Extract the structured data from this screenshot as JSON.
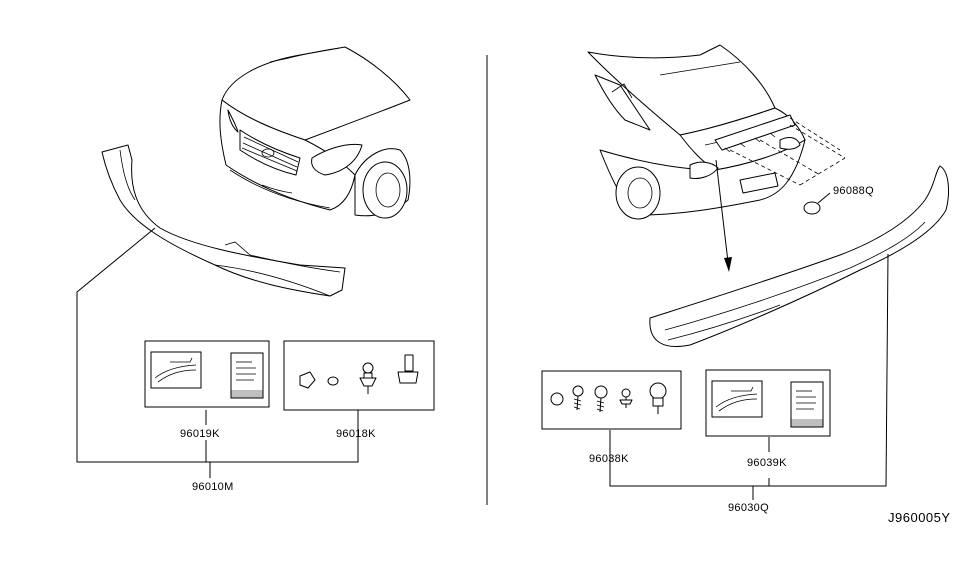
{
  "labels": {
    "front_kit_instructions": "96019K",
    "front_kit_fasteners": "96018K",
    "front_spoiler_assembly": "96010M",
    "rear_kit_fasteners": "96038K",
    "rear_kit_instructions": "96039K",
    "rear_spoiler_assembly": "96030Q",
    "trunk_grommet": "96088Q"
  },
  "figure_code": "J960005Y"
}
